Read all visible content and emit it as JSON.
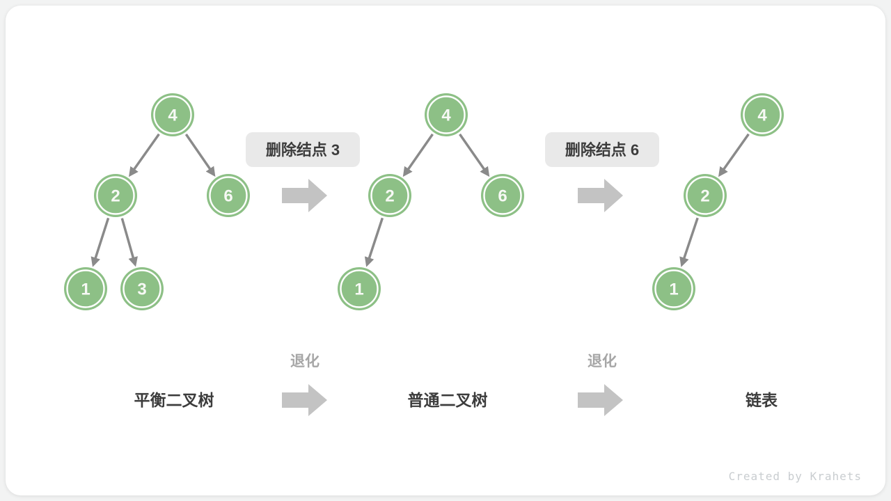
{
  "colors": {
    "background": "#f2f3f3",
    "card": "#ffffff",
    "node_fill": "#8dc086",
    "node_ring": "#ffffff",
    "node_text": "#f7f9f5",
    "edge": "#8a8a8a",
    "block_arrow": "#c3c3c3",
    "label_box_bg": "#e9e9e9",
    "label_box_text": "#3c3c3c",
    "degrade_text": "#a6a6a6",
    "stage_text": "#3c3c3c",
    "credit_text": "#c9cdd0"
  },
  "trees": [
    {
      "label": "平衡二叉树",
      "nodes": [
        {
          "value": "4"
        },
        {
          "value": "2"
        },
        {
          "value": "6"
        },
        {
          "value": "1"
        },
        {
          "value": "3"
        }
      ]
    },
    {
      "label": "普通二叉树",
      "nodes": [
        {
          "value": "4"
        },
        {
          "value": "2"
        },
        {
          "value": "6"
        },
        {
          "value": "1"
        }
      ]
    },
    {
      "label": "链表",
      "nodes": [
        {
          "value": "4"
        },
        {
          "value": "2"
        },
        {
          "value": "1"
        }
      ]
    }
  ],
  "operations": [
    {
      "label": "删除结点 3"
    },
    {
      "label": "删除结点 6"
    }
  ],
  "degrade_label": "退化",
  "credit": "Created by Krahets"
}
